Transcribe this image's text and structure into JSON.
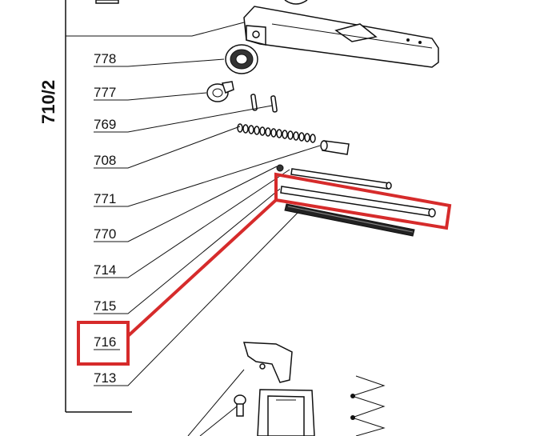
{
  "diagram": {
    "title": "710/2",
    "highlight_color": "#d62b2b",
    "part_numbers": [
      "778",
      "777",
      "769",
      "708",
      "771",
      "770",
      "714",
      "715",
      "716",
      "713"
    ],
    "highlighted_part": "716"
  }
}
